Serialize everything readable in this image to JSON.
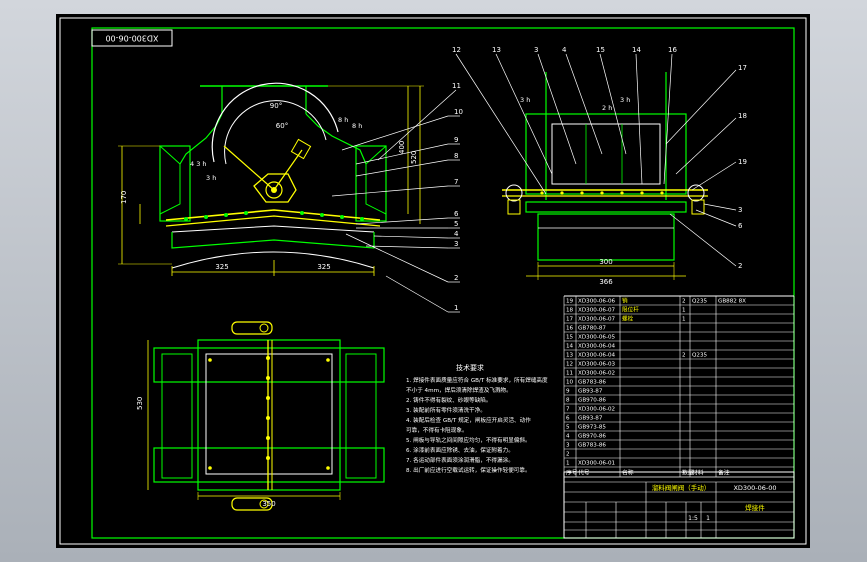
{
  "colors": {
    "background": "#000000",
    "border": "#ffffff",
    "frame": "#00ff00",
    "part": "#ffffff",
    "dimension": "#ffff00",
    "leader": "#ffffff",
    "title_text": "#ffff00",
    "table_line": "#ffffff"
  },
  "drawing_number_box": "XD300-06-00",
  "front_view": {
    "angles": [
      "90°",
      "60°"
    ],
    "dims": [
      "325",
      "325",
      "170",
      "400",
      "520"
    ],
    "notes": [
      "4 3 h",
      "3 h",
      "8 h",
      "8 h"
    ]
  },
  "side_view": {
    "dims": [
      "300",
      "366"
    ],
    "notes": [
      "3 h",
      "3 h",
      "2 h"
    ]
  },
  "plan_view": {
    "dims": [
      "530",
      "350"
    ]
  },
  "callouts_top": [
    "12",
    "13",
    "3",
    "4",
    "15",
    "14",
    "16"
  ],
  "callouts_right_side": [
    "17",
    "18",
    "19",
    "3",
    "6",
    "2"
  ],
  "callouts_front": [
    "11",
    "10",
    "9",
    "8",
    "7",
    "6",
    "5",
    "4",
    "3",
    "2",
    "1"
  ],
  "tech_req": {
    "title": "技术要求",
    "lines": [
      "1. 焊接件表面质量应符合 GB/T 标准要求，所有焊缝高度",
      "   不小于 4mm，焊后须清除焊渣及飞溅物。",
      "2. 铸件不得有裂纹、砂眼等缺陷。",
      "3. 装配前所有零件须清洗干净。",
      "4. 装配后检查 GB/T 规定，闸板应开启灵活、动作",
      "   可靠，不得有卡阻现象。",
      "5. 闸板与导轨之间间隙应均匀，不得有明显偏斜。",
      "6. 涂漆前表面应除锈、去油，保证附着力。",
      "7. 各运动部件表面须涂润滑脂，不得漏涂。",
      "8. 出厂前应进行空载试运转，保证操作轻便可靠。"
    ]
  },
  "parts": [
    {
      "no": "19",
      "code": "XD300-06-06",
      "name": "销",
      "qty": "2",
      "mat": "Q235",
      "note": "GB882 8X"
    },
    {
      "no": "18",
      "code": "XD300-06-07",
      "name": "限位杆",
      "qty": "1",
      "mat": "",
      "note": ""
    },
    {
      "no": "17",
      "code": "XD300-06-07",
      "name": "螺栓",
      "qty": "1",
      "mat": "",
      "note": ""
    },
    {
      "no": "16",
      "code": "GB780-87",
      "name": "",
      "qty": "",
      "mat": "",
      "note": ""
    },
    {
      "no": "15",
      "code": "XD300-06-05",
      "name": "",
      "qty": "",
      "mat": "",
      "note": ""
    },
    {
      "no": "14",
      "code": "XD300-06-04",
      "name": "",
      "qty": "",
      "mat": "",
      "note": ""
    },
    {
      "no": "13",
      "code": "XD300-06-04",
      "name": "",
      "qty": "2",
      "mat": "Q235",
      "note": ""
    },
    {
      "no": "12",
      "code": "XD300-06-03",
      "name": "",
      "qty": "",
      "mat": "",
      "note": ""
    },
    {
      "no": "11",
      "code": "XD300-06-02",
      "name": "",
      "qty": "",
      "mat": "",
      "note": ""
    },
    {
      "no": "10",
      "code": "GB783-86",
      "name": "",
      "qty": "",
      "mat": "",
      "note": ""
    },
    {
      "no": "9",
      "code": "GB93-87",
      "name": "",
      "qty": "",
      "mat": "",
      "note": ""
    },
    {
      "no": "8",
      "code": "GB970-86",
      "name": "",
      "qty": "",
      "mat": "",
      "note": ""
    },
    {
      "no": "7",
      "code": "XD300-06-02",
      "name": "",
      "qty": "",
      "mat": "",
      "note": ""
    },
    {
      "no": "6",
      "code": "GB93-87",
      "name": "",
      "qty": "",
      "mat": "",
      "note": ""
    },
    {
      "no": "5",
      "code": "GB973-85",
      "name": "",
      "qty": "",
      "mat": "",
      "note": ""
    },
    {
      "no": "4",
      "code": "GB970-86",
      "name": "",
      "qty": "",
      "mat": "",
      "note": ""
    },
    {
      "no": "3",
      "code": "GB783-86",
      "name": "",
      "qty": "",
      "mat": "",
      "note": ""
    },
    {
      "no": "2",
      "code": "",
      "name": "",
      "qty": "",
      "mat": "",
      "note": ""
    },
    {
      "no": "1",
      "code": "XD300-06-01",
      "name": "",
      "qty": "",
      "mat": "",
      "note": ""
    }
  ],
  "title_block": {
    "title": "溜料阀闸阀（手动）",
    "drawing_no": "XD300-06-00",
    "material": "焊接件",
    "scale": "1:5",
    "sheet": "1",
    "weight": "",
    "headers": [
      "序号",
      "代号",
      "名称",
      "数量",
      "材料",
      "备注"
    ]
  }
}
